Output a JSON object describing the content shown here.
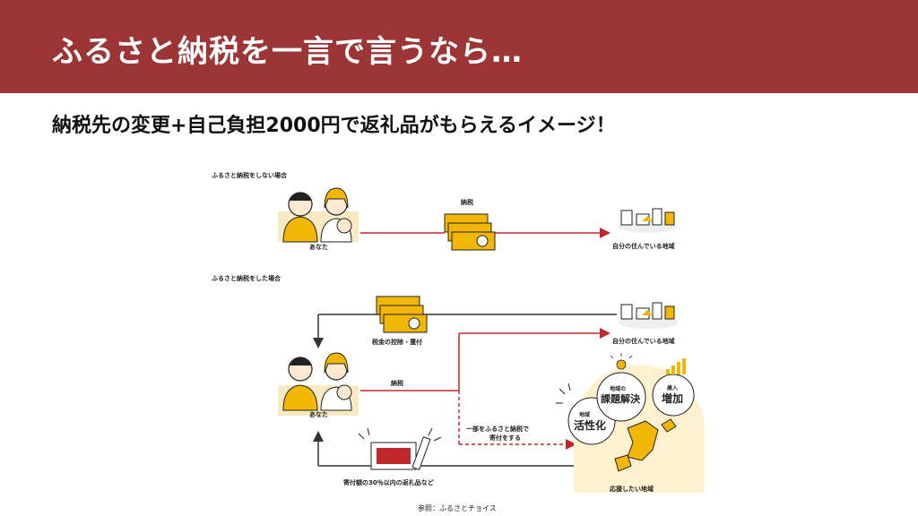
{
  "header": {
    "title": "ふるさと納税を一言で言うなら…"
  },
  "subtitle": "納税先の変更+自己負担2000円で返礼品がもらえるイメージ！",
  "diagram": {
    "section_without": "ふるさと納税をしない場合",
    "section_with": "ふるさと納税をした場合",
    "you_label_1": "あなた",
    "you_label_2": "あなた",
    "tax_label_1": "納税",
    "tax_label_2": "納税",
    "home_area_1": "自分の住んでいる地域",
    "home_area_2": "自分の住んでいる地域",
    "deduction_label": "税金の控除・還付",
    "donation_label_line1": "一部をふるさと納税で",
    "donation_label_line2": "寄付をする",
    "gift_label": "寄付額の30％以内の返礼品など",
    "support_area": "応援したい地域",
    "bubble_revitalize_small": "地域",
    "bubble_revitalize_big": "活性化",
    "bubble_issues_small": "地域の",
    "bubble_issues_big": "課題解決",
    "bubble_income_small": "歳入",
    "bubble_income_big": "増加",
    "source": "参照：ふるさとチョイス"
  },
  "colors": {
    "header_bg": "#9b3536",
    "arrow_red": "#c0282c",
    "accent_yellow": "#f2b705",
    "area_cream": "#fdf1d0"
  }
}
